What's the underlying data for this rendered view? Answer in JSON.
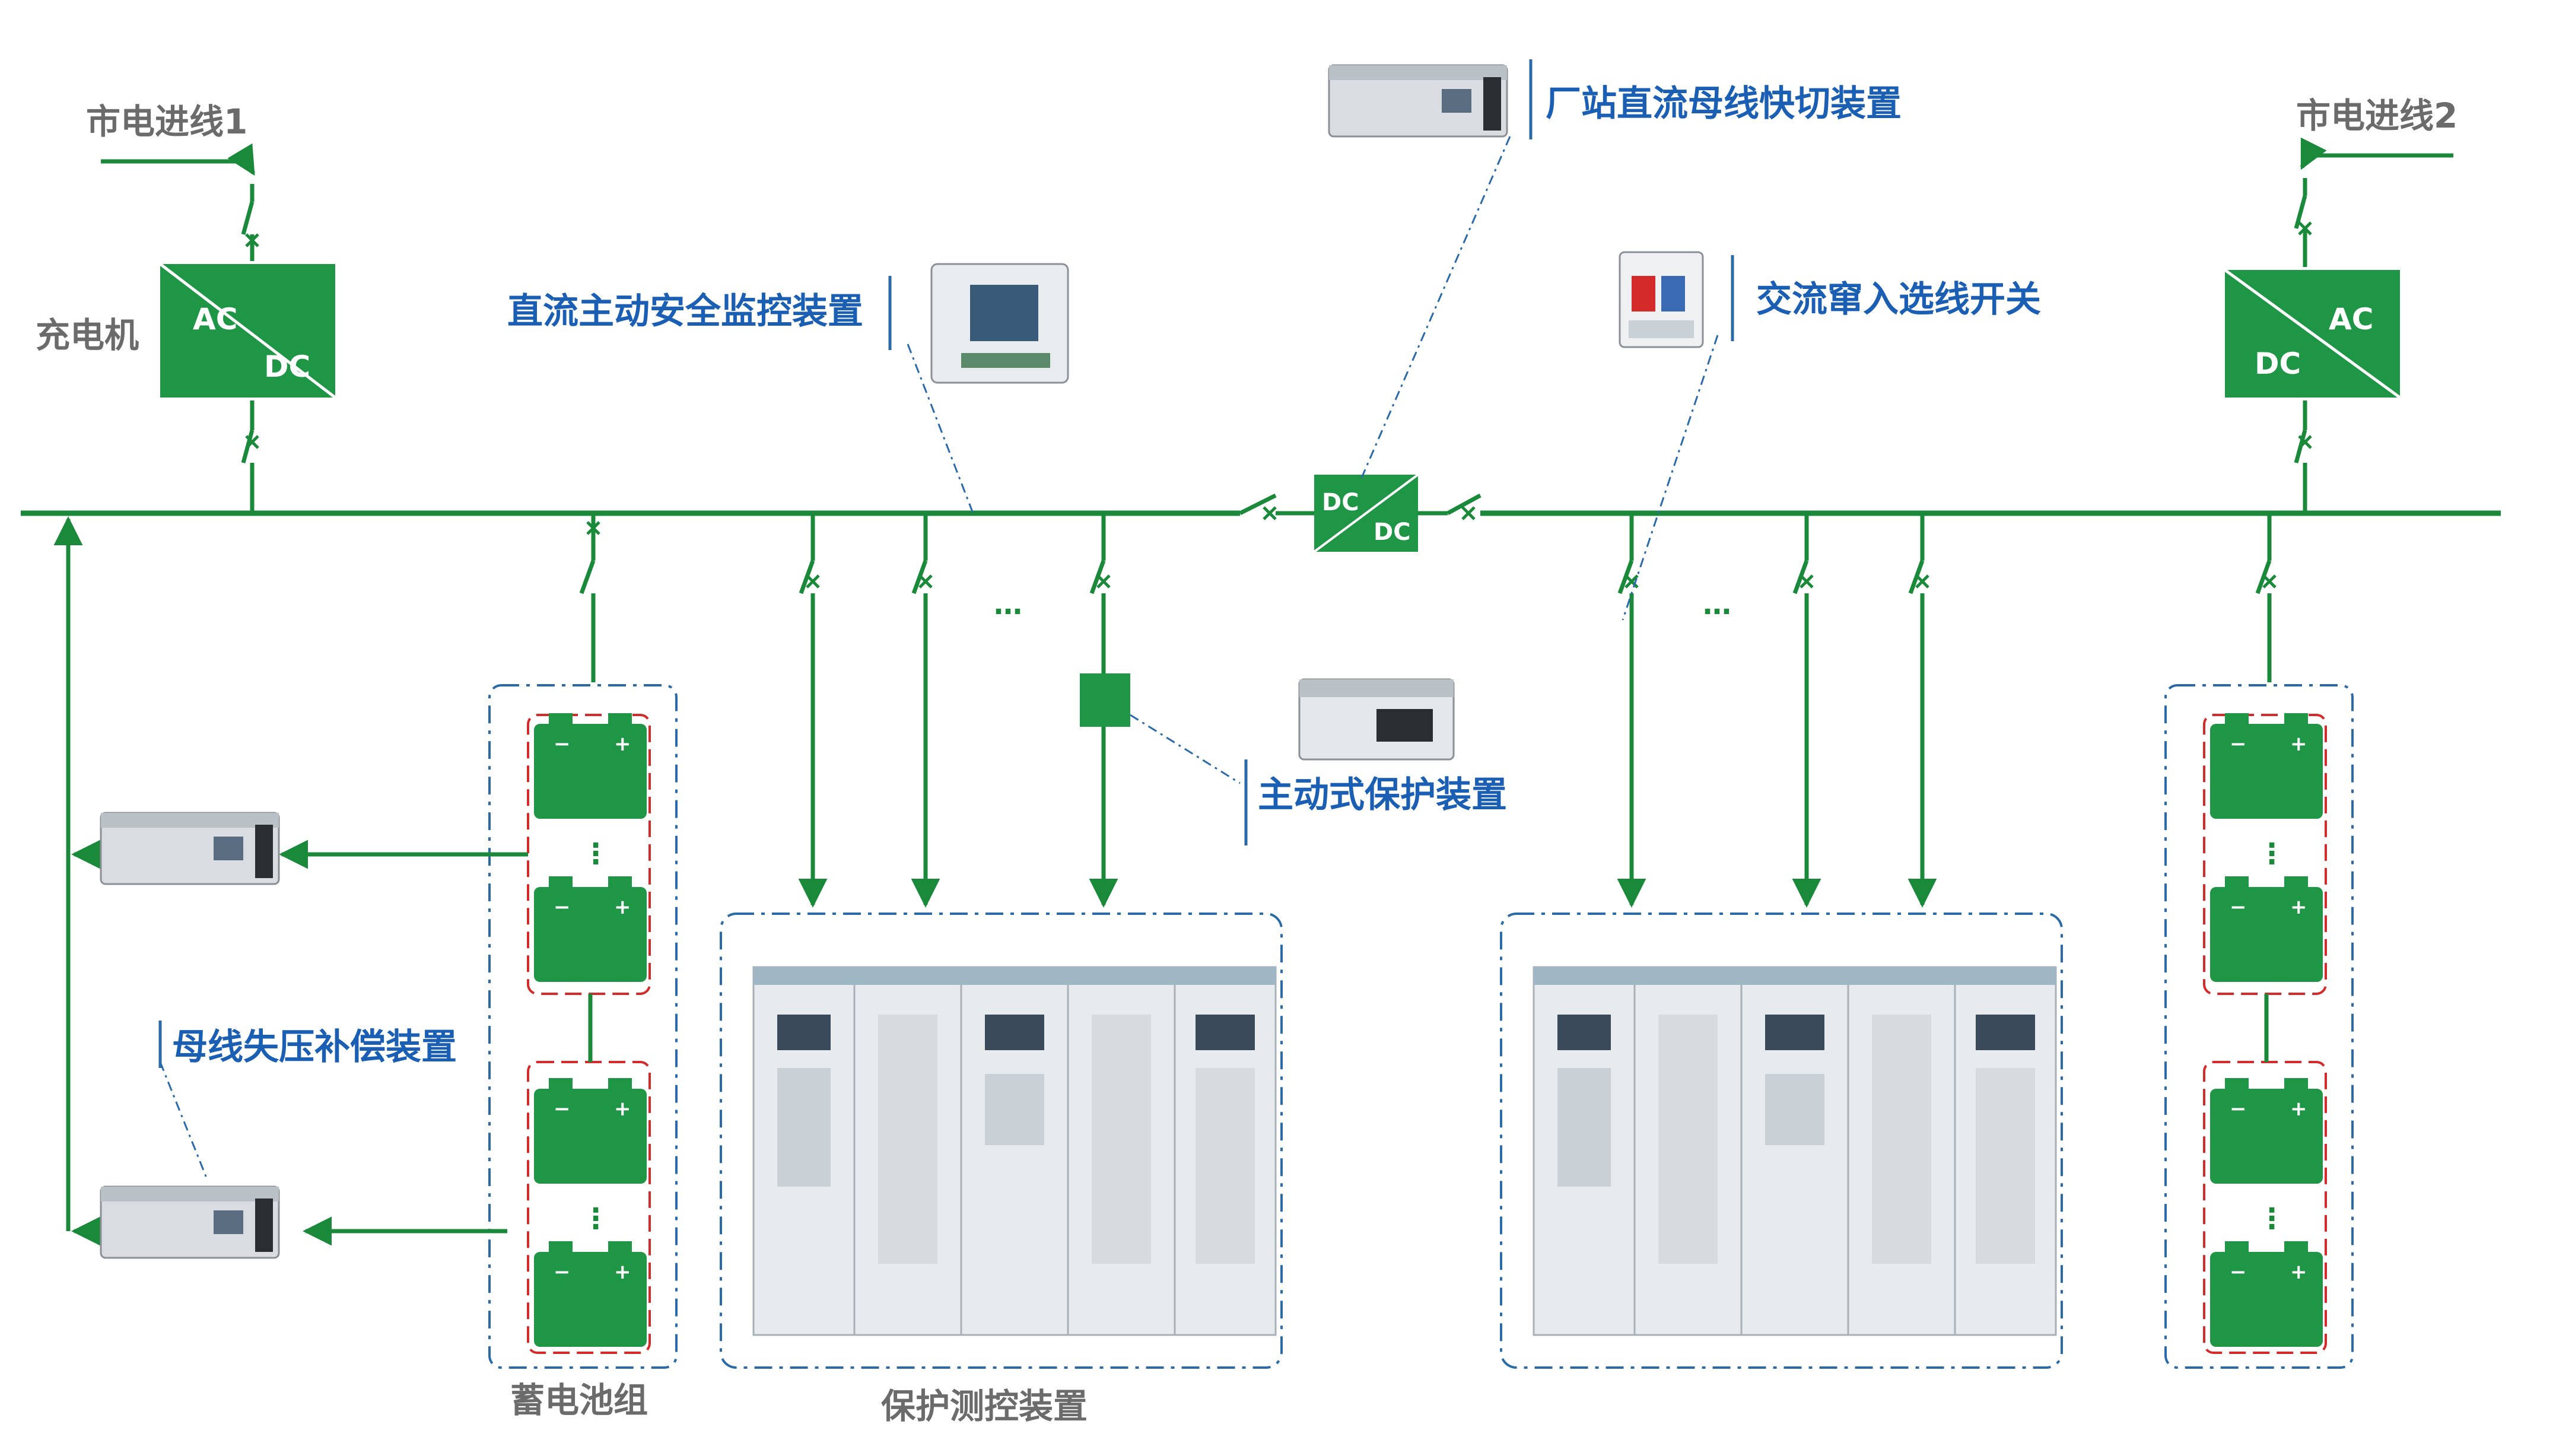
{
  "labels": {
    "grid_in_1": "市电进线1",
    "grid_in_2": "市电进线2",
    "charger": "充电机",
    "dc_monitor": "直流主动安全监控装置",
    "bus_fast_switch": "厂站直流母线快切装置",
    "ac_intrusion": "交流窜入选线开关",
    "active_protection": "主动式保护装置",
    "bus_compensation": "母线失压补偿装置",
    "battery_bank": "蓄电池组",
    "protection_control": "保护测控装置"
  },
  "converter": {
    "ac": "AC",
    "dc": "DC"
  },
  "battery": {
    "neg": "−",
    "pos": "+"
  },
  "misc": {
    "ellipsis": "…",
    "vdots": "⋮"
  },
  "colors": {
    "bus_green": "#1a8a3a",
    "box_green": "#1e9645",
    "label_blue": "#1a5fb4",
    "label_gray": "#6b6b6b",
    "frame_red": "#d42a2a",
    "frame_blue": "#2a6aa8"
  }
}
